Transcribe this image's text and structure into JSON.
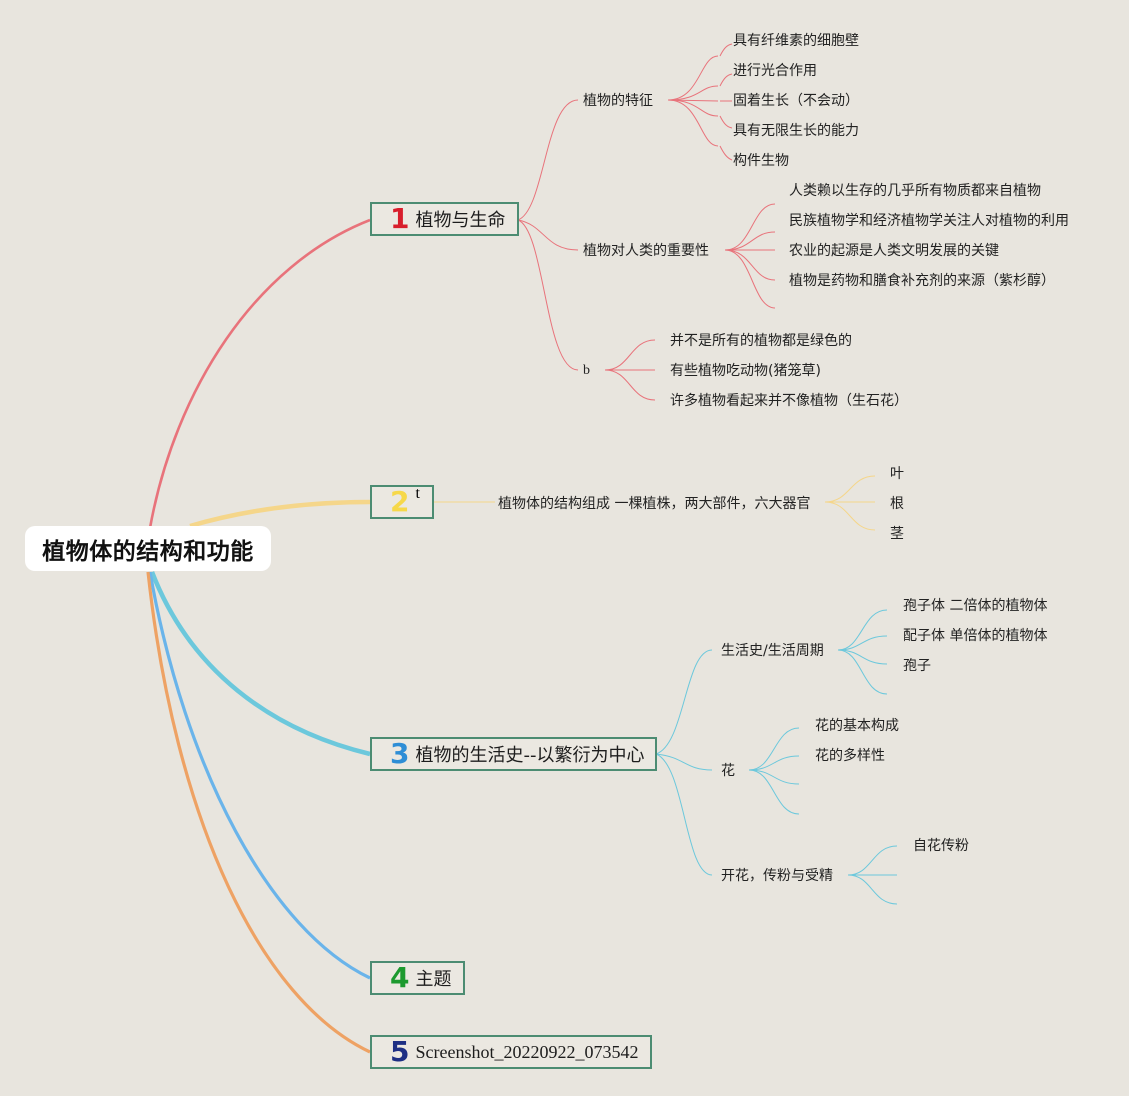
{
  "root": {
    "title": "植物体的结构和功能"
  },
  "colors": {
    "b1": "#e8737b",
    "b2": "#f5d68a",
    "b3": "#6cc8dc",
    "b4": "#6ab4ea",
    "b5": "#eea264",
    "n1": "#d81e2c",
    "n2": "#f6d84a",
    "n3": "#2e8ed6",
    "n4": "#1d9a2f",
    "n5": "#1e2f84",
    "border": "#4c8c72"
  },
  "branches": [
    {
      "num": "1",
      "label": "植物与生命",
      "children": [
        {
          "label": "植物的特征",
          "items": [
            "具有纤维素的细胞壁",
            "进行光合作用",
            "固着生长（不会动）",
            "具有无限生长的能力",
            "构件生物"
          ]
        },
        {
          "label": "植物对人类的重要性",
          "items": [
            "人类赖以生存的几乎所有物质都来自植物",
            "民族植物学和经济植物学关注人对植物的利用",
            "农业的起源是人类文明发展的关键",
            "植物是药物和膳食补充剂的来源（紫杉醇）"
          ]
        },
        {
          "label": "b",
          "items": [
            "并不是所有的植物都是绿色的",
            "有些植物吃动物(猪笼草)",
            "许多植物看起来并不像植物（生石花）"
          ]
        }
      ]
    },
    {
      "num": "2",
      "label": "t",
      "children": [
        {
          "label": "植物体的结构组成 一棵植株，两大部件，六大器官",
          "items": [
            "叶",
            "根",
            "茎"
          ]
        }
      ]
    },
    {
      "num": "3",
      "label": "植物的生活史--以繁衍为中心",
      "children": [
        {
          "label": "生活史/生活周期",
          "items": [
            "孢子体 二倍体的植物体",
            "配子体 单倍体的植物体",
            "孢子"
          ]
        },
        {
          "label": "花",
          "items": [
            "花的基本构成",
            "花的多样性"
          ]
        },
        {
          "label": "开花，传粉与受精",
          "items": [
            "自花传粉"
          ]
        }
      ]
    },
    {
      "num": "4",
      "label": "主题",
      "children": []
    },
    {
      "num": "5",
      "label": "Screenshot_20220922_073542",
      "children": []
    }
  ]
}
